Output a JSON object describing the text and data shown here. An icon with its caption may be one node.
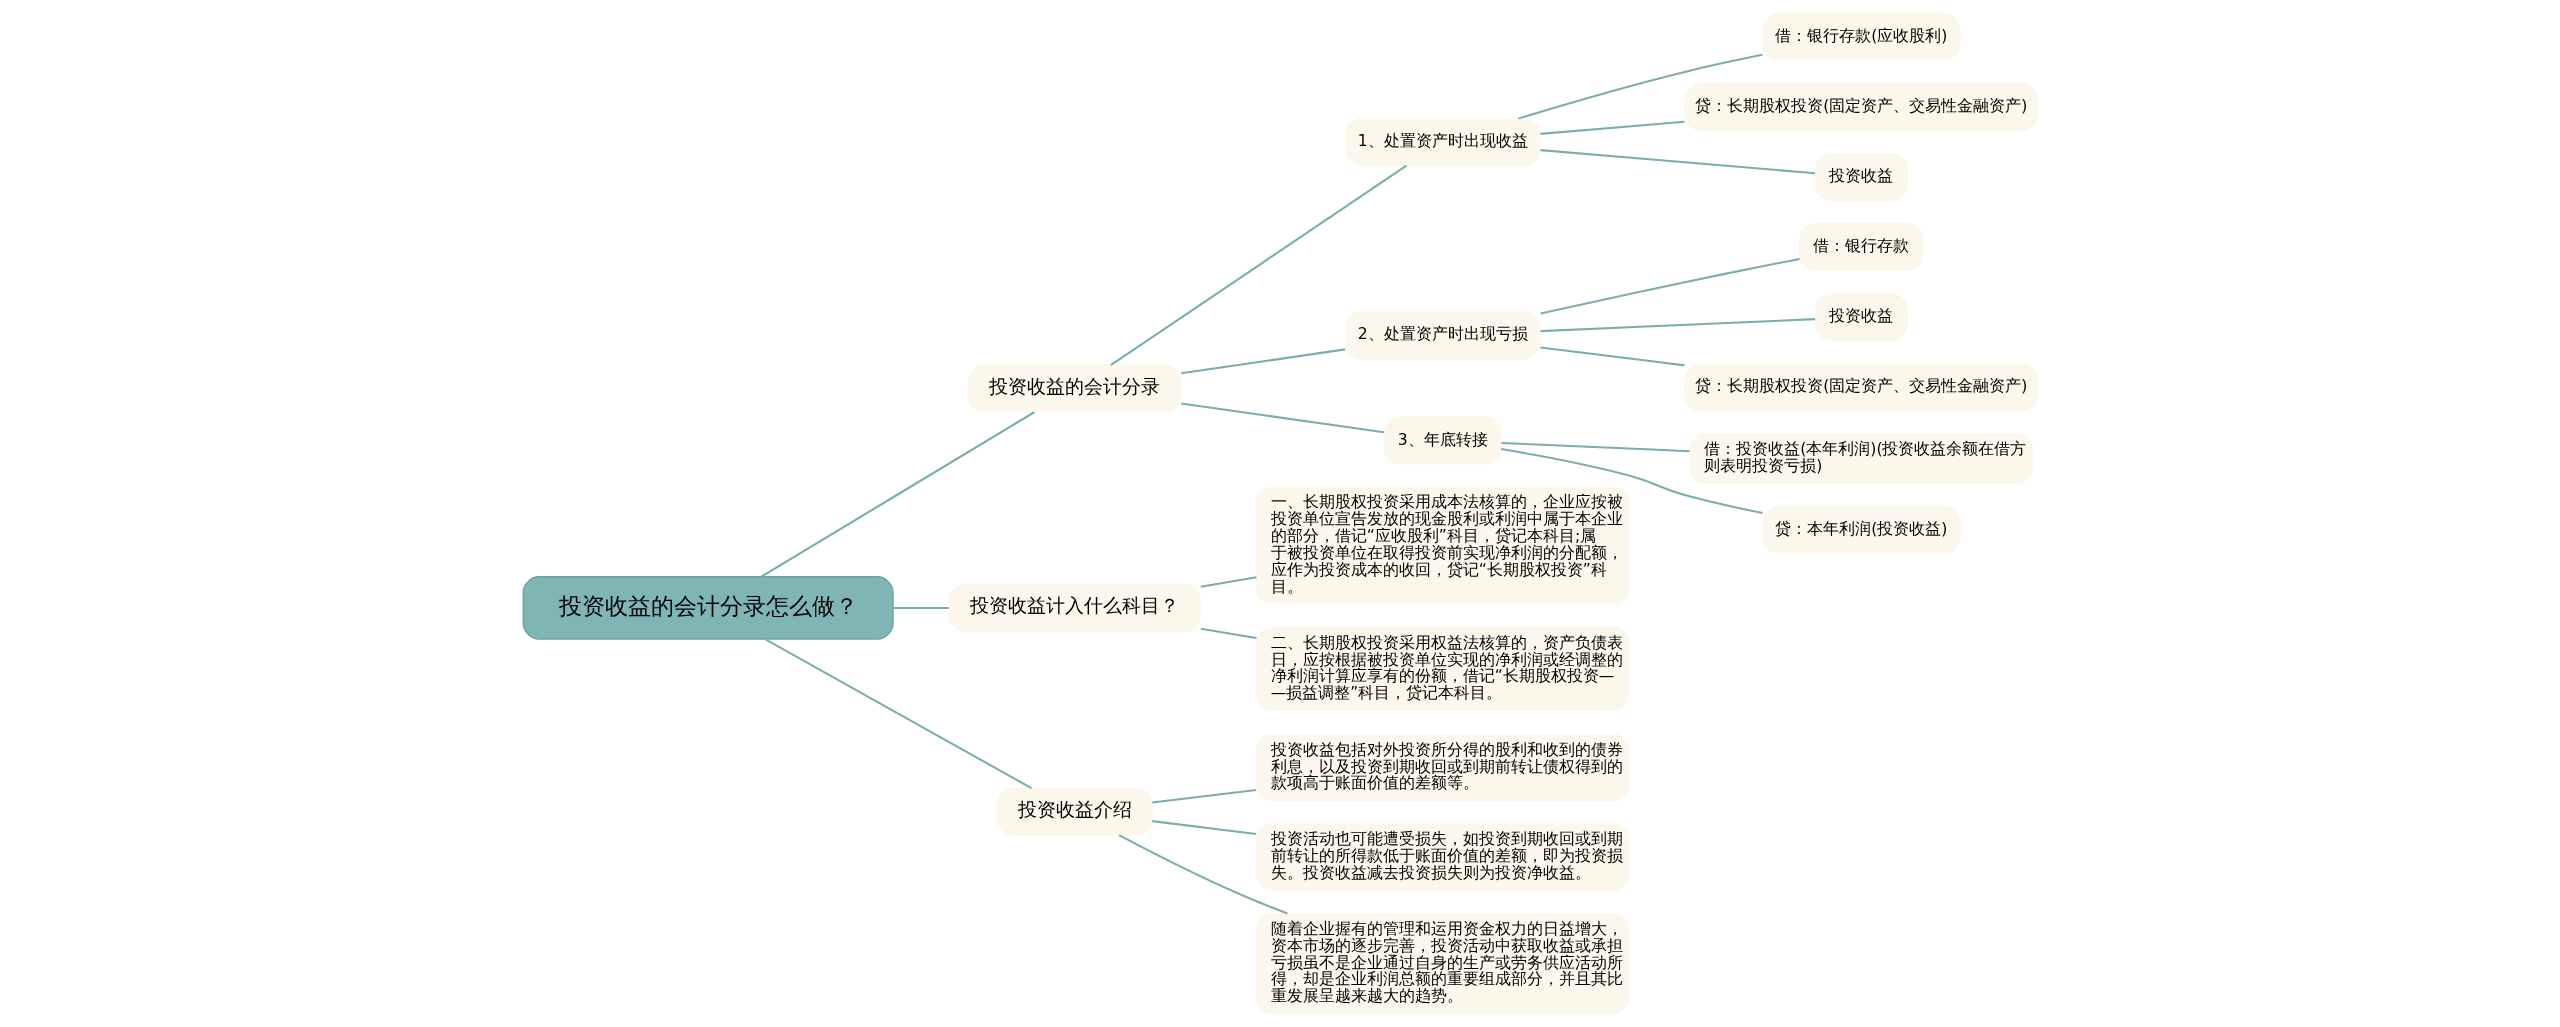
{
  "diagram": {
    "nodes": [
      {
        "text": [
          "投资收益的会计分录怎么做？"
        ]
      },
      {
        "text": [
          "投资收益的会计分录"
        ]
      },
      {
        "text": [
          "1、处置资产时出现收益"
        ]
      },
      {
        "text": [
          "借：银行存款(应收股利)"
        ]
      },
      {
        "text": [
          "贷：长期股权投资(固定资产、交易性金融资产)"
        ]
      },
      {
        "text": [
          "投资收益"
        ]
      },
      {
        "text": [
          "2、处置资产时出现亏损"
        ]
      },
      {
        "text": [
          "借：银行存款"
        ]
      },
      {
        "text": [
          "投资收益"
        ]
      },
      {
        "text": [
          "贷：长期股权投资(固定资产、交易性金融资产)"
        ]
      },
      {
        "text": [
          "3、年底转接"
        ]
      },
      {
        "text": [
          "借：投资收益(本年利润)(投资收益余额在借方则表明投资亏损)"
        ]
      },
      {
        "text": [
          "贷：本年利润(投资收益)"
        ]
      },
      {
        "text": [
          "投资收益计入什么科目？"
        ]
      },
      {
        "text": [
          "一、长期股权投资采用成本法核算的，企业应按被投资单位宣告发放的现金股利或利润中属于本企业的部分，借记“应收股利”科目，贷记本科目;属于被投资单位在取得投资前实现净利润的分配额，应作为投资成本的收回，贷记“长期股权投资”科目。"
        ]
      },
      {
        "text": [
          "二、长期股权投资采用权益法核算的，资产负债表日，应按根据被投资单位实现的净利润或经调整的净利润计算应享有的份额，借记“长期股权投资——损益调整”科目，贷记本科目。"
        ]
      },
      {
        "text": [
          "投资收益介绍"
        ]
      },
      {
        "text": [
          "投资收益包括对外投资所分得的股利和收到的债券利息，以及投资到期收回或到期前转让债权得到的款项高于账面价值的差额等。"
        ]
      },
      {
        "text": [
          "投资活动也可能遭受损失，如投资到期收回或到期前转让的所得款低于账面价值的差额，即为投资损失。投资收益减去投资损失则为投资净收益。"
        ]
      },
      {
        "text": [
          "随着企业握有的管理和运用资金权力的日益增大，资本市场的逐步完善，投资活动中获取收益或承担亏损虽不是企业通过自身的生产或劳务供应活动所得，却是企业利润总额的重要组成部分，并且其比重发展呈越来越大的趋势。"
        ]
      }
    ],
    "edges": [
      {
        "from": 0,
        "to": 1,
        "arrow": "none"
      },
      {
        "from": 1,
        "to": 2,
        "arrow": "none"
      },
      {
        "from": 2,
        "to": 3,
        "arrow": "none"
      },
      {
        "from": 2,
        "to": 4,
        "arrow": "none"
      },
      {
        "from": 2,
        "to": 5,
        "arrow": "none"
      },
      {
        "from": 1,
        "to": 6,
        "arrow": "none"
      },
      {
        "from": 6,
        "to": 7,
        "arrow": "none"
      },
      {
        "from": 6,
        "to": 8,
        "arrow": "none"
      },
      {
        "from": 6,
        "to": 9,
        "arrow": "none"
      },
      {
        "from": 1,
        "to": 10,
        "arrow": "none"
      },
      {
        "from": 10,
        "to": 11,
        "arrow": "none"
      },
      {
        "from": 10,
        "to": 12,
        "arrow": "none"
      },
      {
        "from": 0,
        "to": 13,
        "arrow": "none"
      },
      {
        "from": 13,
        "to": 14,
        "arrow": "none"
      },
      {
        "from": 13,
        "to": 15,
        "arrow": "none"
      },
      {
        "from": 0,
        "to": 16,
        "arrow": "none"
      },
      {
        "from": 16,
        "to": 17,
        "arrow": "none"
      },
      {
        "from": 16,
        "to": 18,
        "arrow": "none"
      },
      {
        "from": 16,
        "to": 19,
        "arrow": "none"
      }
    ]
  }
}
